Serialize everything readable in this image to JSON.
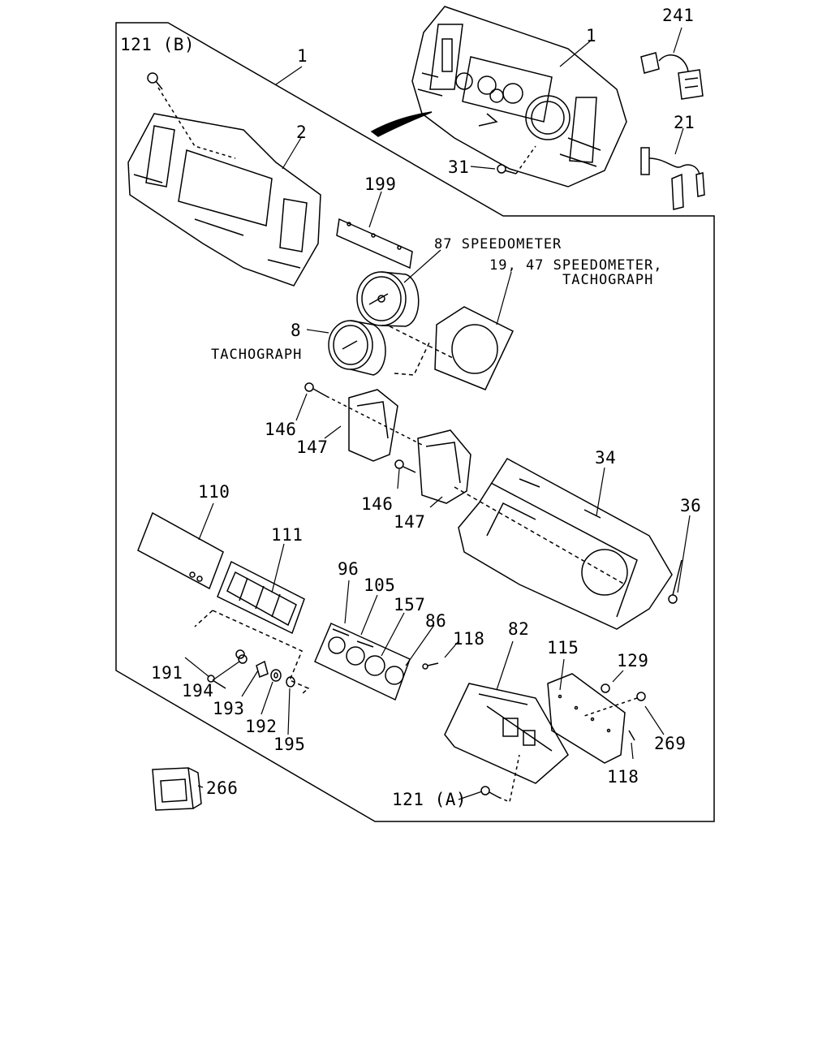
{
  "colors": {
    "ink": "#000000",
    "paper": "#ffffff"
  },
  "labels": {
    "l121b": "121 (B)",
    "l1a": "1",
    "l1b": "1",
    "l241": "241",
    "l21": "21",
    "l2": "2",
    "l31": "31",
    "l199": "199",
    "l87": "87 SPEEDOMETER",
    "l1947": "19, 47 SPEEDOMETER,",
    "l1947b": "TACHOGRAPH",
    "l8": "8",
    "tach": "TACHOGRAPH",
    "l146a": "146",
    "l147a": "147",
    "l146b": "146",
    "l147b": "147",
    "l34": "34",
    "l36": "36",
    "l110": "110",
    "l111": "111",
    "l96": "96",
    "l105": "105",
    "l157": "157",
    "l86": "86",
    "l118a": "118",
    "l82": "82",
    "l115": "115",
    "l129": "129",
    "l269": "269",
    "l118b": "118",
    "l191": "191",
    "l194": "194",
    "l193": "193",
    "l192": "192",
    "l195": "195",
    "l266": "266",
    "l121a": "121 (A)"
  }
}
